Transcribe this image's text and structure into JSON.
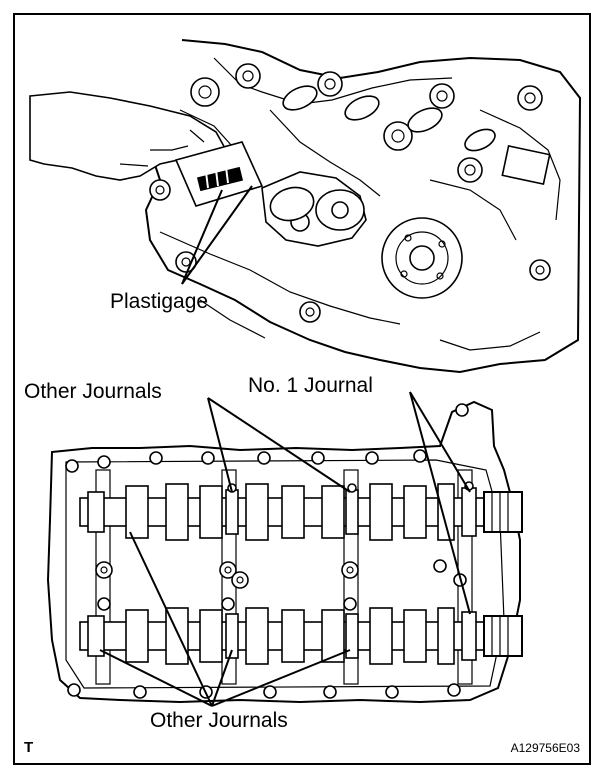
{
  "labels": {
    "plastigage": "Plastigage",
    "other_journals_top": "Other Journals",
    "no1_journal": "No. 1 Journal",
    "other_journals_bottom": "Other Journals",
    "corner_mark": "T",
    "figure_id": "A129756E03"
  }
}
